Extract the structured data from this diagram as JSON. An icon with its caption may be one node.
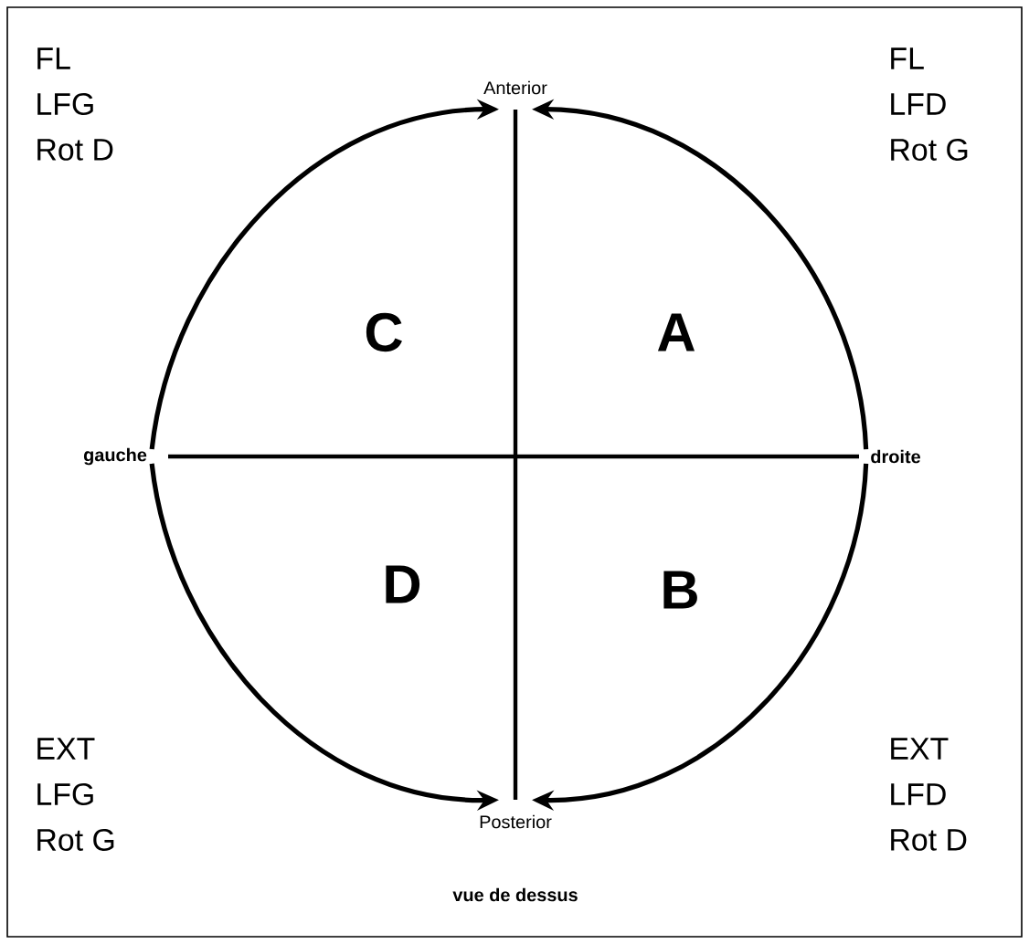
{
  "diagram": {
    "caption": "vue de dessus",
    "nodes": [
      {
        "text": [
          "Anterior"
        ]
      },
      {
        "text": [
          "Posterior"
        ]
      },
      {
        "text": [
          "gauche"
        ]
      },
      {
        "text": [
          "droite"
        ]
      }
    ],
    "edges": [
      {
        "from": 3,
        "to": 0,
        "arrow": "to"
      },
      {
        "from": 2,
        "to": 0,
        "arrow": "to"
      },
      {
        "from": 2,
        "to": 1,
        "arrow": "to"
      },
      {
        "from": 3,
        "to": 1,
        "arrow": "to"
      }
    ],
    "labels": [
      "FL",
      "LFG",
      "Rot D",
      "FL",
      "LFD",
      "Rot G",
      "C",
      "A",
      "D",
      "B",
      "EXT",
      "LFG",
      "Rot G",
      "EXT",
      "LFD",
      "Rot D"
    ]
  }
}
